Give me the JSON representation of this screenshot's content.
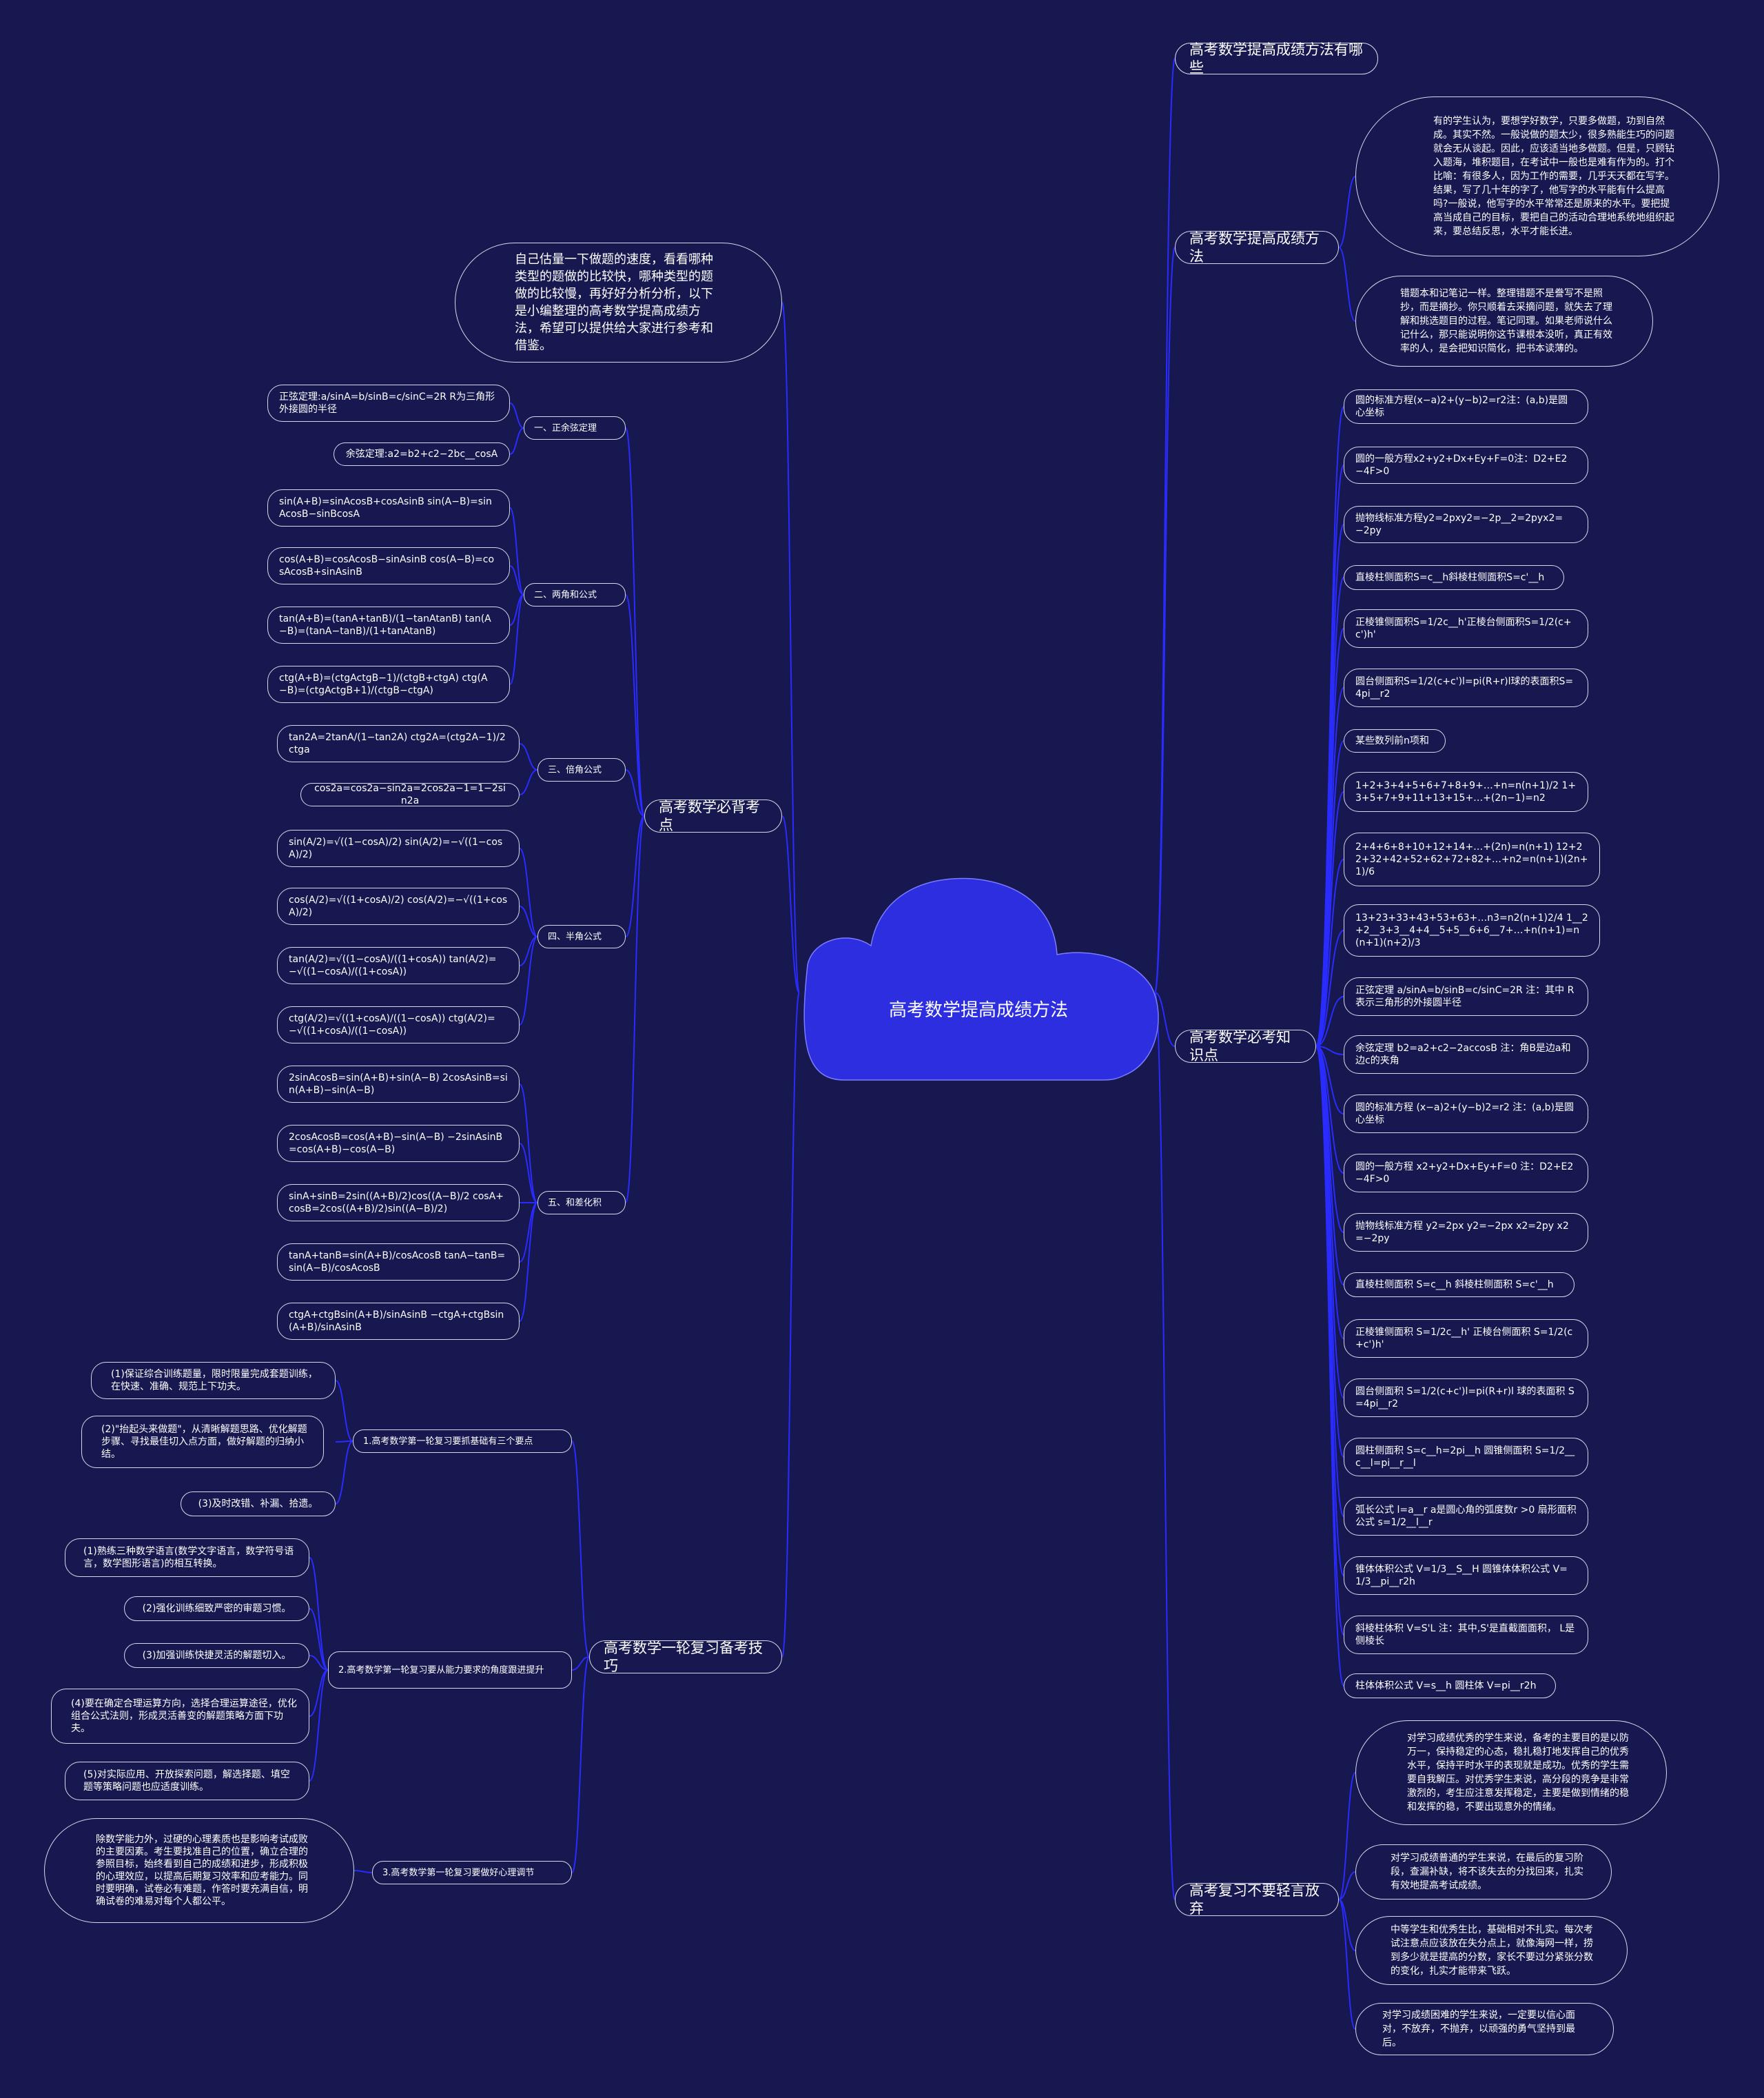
{
  "root": "高考数学提高成绩方法",
  "right": [
    {
      "label": "高考数学提高成绩方法有哪些",
      "children": []
    },
    {
      "label": "高考数学提高成绩方法",
      "children": [
        "有的学生认为，要想学好数学，只要多做题，功到自然成。其实不然。一般说做的题太少，很多熟能生巧的问题就会无从谈起。因此，应该适当地多做题。但是，只顾钻入题海，堆积题目，在考试中一般也是难有作为的。打个比喻：有很多人，因为工作的需要，几乎天天都在写字。结果，写了几十年的字了，他写字的水平能有什么提高吗?一般说，他写字的水平常常还是原来的水平。要把提高当成自己的目标，要把自己的活动合理地系统地组织起来，要总结反思，水平才能长进。",
        "错题本和记笔记一样。整理错题不是誊写不是照抄，而是摘抄。你只顺着去采摘问题，就失去了理解和挑选题目的过程。笔记同理。如果老师说什么记什么，那只能说明你这节课根本没听，真正有效率的人，是会把知识简化，把书本读薄的。"
      ]
    },
    {
      "label": "高考数学必考知识点",
      "children": [
        "圆的标准方程(x−a)2+(y−b)2=r2注：(a,b)是圆心坐标",
        "圆的一般方程x2+y2+Dx+Ey+F=0注：D2+E2−4F>0",
        "抛物线标准方程y2=2pxy2=−2p__2=2pyx2=−2py",
        "直棱柱侧面积S=c__h斜棱柱侧面积S=c'__h",
        "正棱锥侧面积S=1/2c__h'正棱台侧面积S=1/2(c+c')h'",
        "圆台侧面积S=1/2(c+c')l=pi(R+r)l球的表面积S=4pi__r2",
        "某些数列前n项和",
        "1+2+3+4+5+6+7+8+9+…+n=n(n+1)/2 1+3+5+7+9+11+13+15+…+(2n−1)=n2",
        "2+4+6+8+10+12+14+…+(2n)=n(n+1) 12+22+32+42+52+62+72+82+…+n2=n(n+1)(2n+1)/6",
        "13+23+33+43+53+63+…n3=n2(n+1)2/4 1__2+2__3+3__4+4__5+5__6+6__7+…+n(n+1)=n(n+1)(n+2)/3",
        "正弦定理 a/sinA=b/sinB=c/sinC=2R 注：其中 R 表示三角形的外接圆半径",
        "余弦定理 b2=a2+c2−2accosB 注：角B是边a和边c的夹角",
        "圆的标准方程 (x−a)2+(y−b)2=r2 注：(a,b)是圆心坐标",
        "圆的一般方程 x2+y2+Dx+Ey+F=0 注：D2+E2−4F>0",
        "抛物线标准方程 y2=2px y2=−2px x2=2py x2=−2py",
        "直棱柱侧面积 S=c__h 斜棱柱侧面积 S=c'__h",
        "正棱锥侧面积 S=1/2c__h' 正棱台侧面积 S=1/2(c+c')h'",
        "圆台侧面积 S=1/2(c+c')l=pi(R+r)l 球的表面积 S=4pi__r2",
        "圆柱侧面积 S=c__h=2pi__h 圆锥侧面积 S=1/2__c__l=pi__r__l",
        "弧长公式 l=a__r a是圆心角的弧度数r >0 扇形面积公式 s=1/2__l__r",
        "锥体体积公式 V=1/3__S__H 圆锥体体积公式 V=1/3__pi__r2h",
        "斜棱柱体积 V=S'L 注：其中,S'是直截面面积， L是侧棱长",
        "柱体体积公式 V=s__h 圆柱体 V=pi__r2h"
      ]
    },
    {
      "label": "高考复习不要轻言放弃",
      "children": [
        "对学习成绩优秀的学生来说，备考的主要目的是以防万一，保持稳定的心态，稳扎稳打地发挥自己的优秀水平，保持平时水平的表现就是成功。优秀的学生需要自我解压。对优秀学生来说，高分段的竞争是非常激烈的，考生应注意发挥稳定，主要是做到情绪的稳和发挥的稳，不要出现意外的情绪。",
        "对学习成绩普通的学生来说，在最后的复习阶段，查漏补缺，将不该失去的分找回来，扎实有效地提高考试成绩。",
        "中等学生和优秀生比，基础相对不扎实。每次考试注意点应该放在失分点上，就像海网一样，捞到多少就是提高的分数，家长不要过分紧张分数的变化，扎实才能带来飞跃。",
        "对学习成绩困难的学生来说，一定要以信心面对，不放弃，不抛弃，以顽强的勇气坚持到最后。"
      ]
    }
  ],
  "left": [
    {
      "label": "",
      "intro": "自己估量一下做题的速度，看看哪种类型的题做的比较快，哪种类型的题做的比较慢，再好好分析分析，以下是小编整理的高考数学提高成绩方法，希望可以提供给大家进行参考和借鉴。"
    },
    {
      "label": "高考数学必背考点",
      "groups": [
        {
          "label": "一、正余弦定理",
          "items": [
            "正弦定理:a/sinA=b/sinB=c/sinC=2R R为三角形外接圆的半径",
            "余弦定理:a2=b2+c2−2bc__cosA"
          ]
        },
        {
          "label": "二、两角和公式",
          "items": [
            "sin(A+B)=sinAcosB+cosAsinB sin(A−B)=sinAcosB−sinBcosA",
            "cos(A+B)=cosAcosB−sinAsinB cos(A−B)=cosAcosB+sinAsinB",
            "tan(A+B)=(tanA+tanB)/(1−tanAtanB) tan(A−B)=(tanA−tanB)/(1+tanAtanB)",
            "ctg(A+B)=(ctgActgB−1)/(ctgB+ctgA) ctg(A−B)=(ctgActgB+1)/(ctgB−ctgA)"
          ]
        },
        {
          "label": "三、倍角公式",
          "items": [
            "tan2A=2tanA/(1−tan2A) ctg2A=(ctg2A−1)/2ctga",
            "cos2a=cos2a−sin2a=2cos2a−1=1−2sin2a"
          ]
        },
        {
          "label": "四、半角公式",
          "items": [
            "sin(A/2)=√((1−cosA)/2) sin(A/2)=−√((1−cosA)/2)",
            "cos(A/2)=√((1+cosA)/2) cos(A/2)=−√((1+cosA)/2)",
            "tan(A/2)=√((1−cosA)/((1+cosA)) tan(A/2)=−√((1−cosA)/((1+cosA))",
            "ctg(A/2)=√((1+cosA)/((1−cosA)) ctg(A/2)=−√((1+cosA)/((1−cosA))"
          ]
        },
        {
          "label": "五、和差化积",
          "items": [
            "2sinAcosB=sin(A+B)+sin(A−B) 2cosAsinB=sin(A+B)−sin(A−B)",
            "2cosAcosB=cos(A+B)−sin(A−B) −2sinAsinB=cos(A+B)−cos(A−B)",
            "sinA+sinB=2sin((A+B)/2)cos((A−B)/2 cosA+cosB=2cos((A+B)/2)sin((A−B)/2)",
            "tanA+tanB=sin(A+B)/cosAcosB tanA−tanB=sin(A−B)/cosAcosB",
            "ctgA+ctgBsin(A+B)/sinAsinB −ctgA+ctgBsin(A+B)/sinAsinB"
          ]
        }
      ]
    },
    {
      "label": "高考数学一轮复习备考技巧",
      "groups": [
        {
          "label": "1.高考数学第一轮复习要抓基础有三个要点",
          "items": [
            "(1)保证综合训练题量，限时限量完成套题训练，在快速、准确、规范上下功夫。",
            "(2)\"抬起头来做题\"，从清晰解题思路、优化解题步骤、寻找最佳切入点方面，做好解题的归纳小结。",
            "(3)及时改错、补漏、拾遗。"
          ]
        },
        {
          "label": "2.高考数学第一轮复习要从能力要求的角度跟进提升",
          "items": [
            "(1)熟练三种数学语言(数学文字语言，数学符号语言，数学图形语言)的相互转换。",
            "(2)强化训练细致严密的审题习惯。",
            "(3)加强训练快捷灵活的解题切入。",
            "(4)要在确定合理运算方向，选择合理运算途径，优化组合公式法则，形成灵活善变的解题策略方面下功夫。",
            "(5)对实际应用、开放探索问题，解选择题、填空题等策略问题也应适度训练。"
          ]
        },
        {
          "label": "3.高考数学第一轮复习要做好心理调节",
          "items": [
            "除数学能力外，过硬的心理素质也是影响考试成败的主要因素。考生要找准自己的位置，确立合理的参照目标，始终看到自己的成绩和进步，形成积极的心理效应，以提高后期复习效率和应考能力。同时要明确，试卷必有难题，作答时要充满自信，明确试卷的难易对每个人都公平。"
          ]
        }
      ]
    }
  ],
  "colors": {
    "background": "#16184f",
    "cloud": "#2c2ee0",
    "edge": "#2a2cff",
    "border": "#d8d8ea",
    "text": "#ffffff"
  }
}
